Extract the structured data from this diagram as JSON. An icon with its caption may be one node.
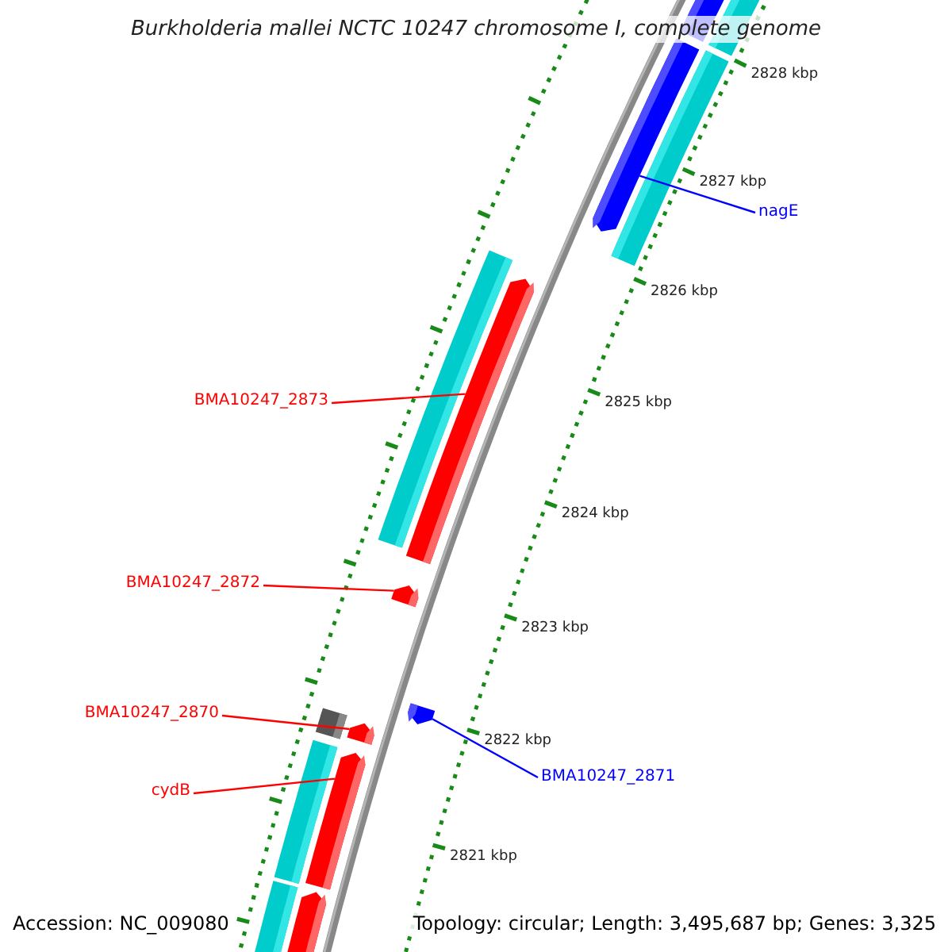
{
  "diagram": {
    "title": "Burkholderia mallei NCTC 10247 chromosome I, complete genome",
    "nodes": [
      {
        "text": [
          "nagE"
        ]
      },
      {
        "text": [],
        "shape": "bar"
      },
      {
        "text": [
          "BMA10247_2873"
        ]
      },
      {
        "text": [],
        "shape": "bar"
      },
      {
        "text": [
          "BMA10247_2872"
        ]
      },
      {
        "text": [],
        "shape": "bar"
      },
      {
        "text": [
          "BMA10247_2870"
        ]
      },
      {
        "text": [],
        "shape": "bar"
      },
      {
        "text": [
          "cydB"
        ]
      },
      {
        "text": [],
        "shape": "bar"
      },
      {
        "text": [
          "BMA10247_2871"
        ]
      },
      {
        "text": [],
        "shape": "bar"
      },
      {
        "text": [],
        "shape": "bar"
      }
    ],
    "edges": [
      {
        "from": 0,
        "to": 1,
        "arrow": "none",
        "color": "#0000ff"
      },
      {
        "from": 2,
        "to": 3,
        "arrow": "none"
      },
      {
        "from": 4,
        "to": 5,
        "arrow": "none"
      },
      {
        "from": 6,
        "to": 7,
        "arrow": "none"
      },
      {
        "from": 8,
        "to": 9,
        "arrow": "none"
      },
      {
        "from": 10,
        "to": 11,
        "arrow": "none",
        "color": "#0000ff"
      }
    ],
    "labels": [
      "2828 kbp",
      "2827 kbp",
      "2826 kbp",
      "2825 kbp",
      "2824 kbp",
      "2823 kbp",
      "2822 kbp",
      "2821 kbp",
      "Accession: NC_009080",
      "Topology: circular; Length: 3,495,687 bp; Genes: 3,325"
    ]
  }
}
